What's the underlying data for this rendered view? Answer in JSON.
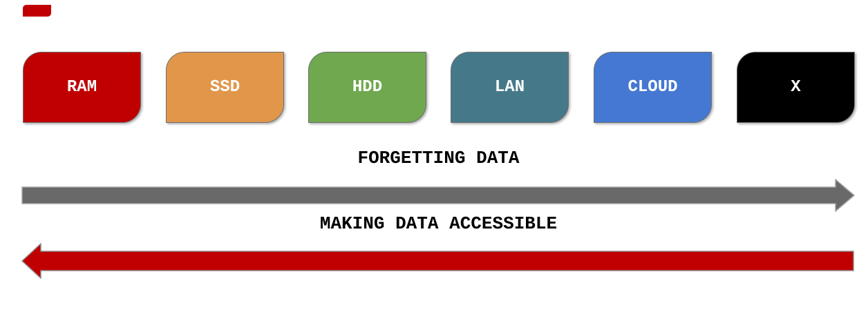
{
  "diagram": {
    "background_color": "#FFFFFF",
    "text_color": "#000000",
    "box_label_color": "#FFFFFF",
    "marker_color": "#C00000",
    "boxes": [
      {
        "label": "RAM",
        "color": "#C00000"
      },
      {
        "label": "SSD",
        "color": "#E2964A"
      },
      {
        "label": "HDD",
        "color": "#6FA84F"
      },
      {
        "label": "LAN",
        "color": "#45798A"
      },
      {
        "label": "CLOUD",
        "color": "#4478D2"
      },
      {
        "label": "X",
        "color": "#000000"
      }
    ],
    "forgetting": {
      "label": "FORGETTING DATA",
      "arrow_color": "#696969",
      "arrow_border_color": "#A6A6A6",
      "direction": "right"
    },
    "accessible": {
      "label": "MAKING DATA ACCESSIBLE",
      "arrow_color": "#C00000",
      "arrow_border_color": "#8C8C8C",
      "direction": "left"
    }
  }
}
